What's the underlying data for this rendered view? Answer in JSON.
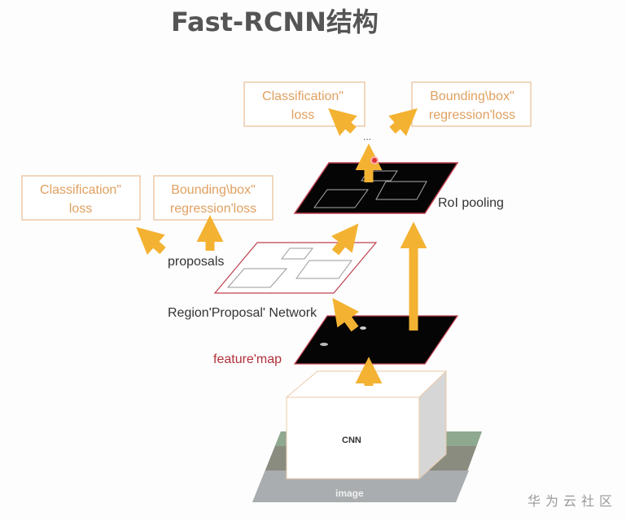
{
  "title": "Fast-RCNN结构",
  "top_losses": {
    "classification": [
      "Classification\"",
      "loss"
    ],
    "bbox": [
      "Bounding\\box\"",
      "regression'loss"
    ]
  },
  "left_losses": {
    "classification": [
      "Classification\"",
      "loss"
    ],
    "bbox": [
      "Bounding\\box\"",
      "regression'loss"
    ]
  },
  "ellipsis": "...",
  "labels": {
    "roi_pooling": "RoI pooling",
    "proposals": "proposals",
    "rpn": "Region'Proposal' Network",
    "feature_map": "feature'map",
    "cnn": "CNN",
    "image": "image"
  },
  "watermark": "华为云社区",
  "colors": {
    "arrow": "#f4b232",
    "loss_text": "#e0a060",
    "feature_map_label": "#b0303a"
  }
}
